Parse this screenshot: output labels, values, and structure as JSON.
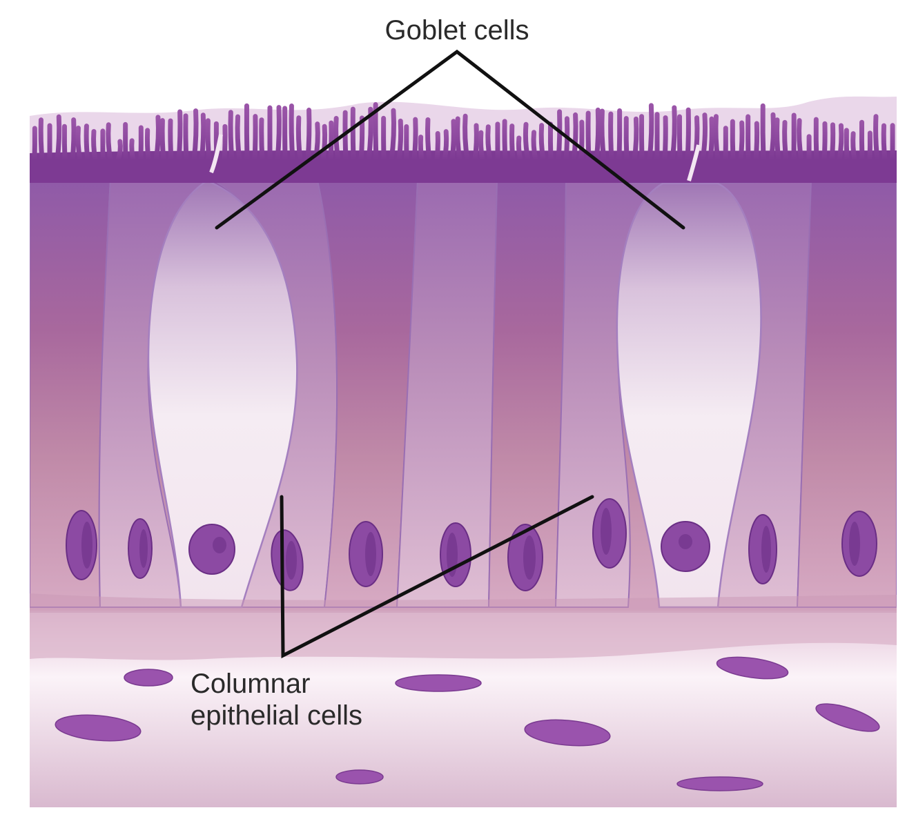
{
  "labels": {
    "goblet": "Goblet cells",
    "columnar_line1": "Columnar",
    "columnar_line2": "epithelial cells"
  },
  "colors": {
    "background": "#ffffff",
    "microvilli": "#8a3f9a",
    "border": "#6b2f7d",
    "cell_top": "#8f5aa8",
    "cell_mid": "#b77a9b",
    "cell_bottom": "#d4a3bd",
    "goblet_fill": "#f4e9f1",
    "nucleus": "#8c4aa3",
    "nucleus_dark": "#6a2e85",
    "connective": "#efe0ec",
    "basement": "#d9b7cc",
    "leader_line": "#111111"
  }
}
